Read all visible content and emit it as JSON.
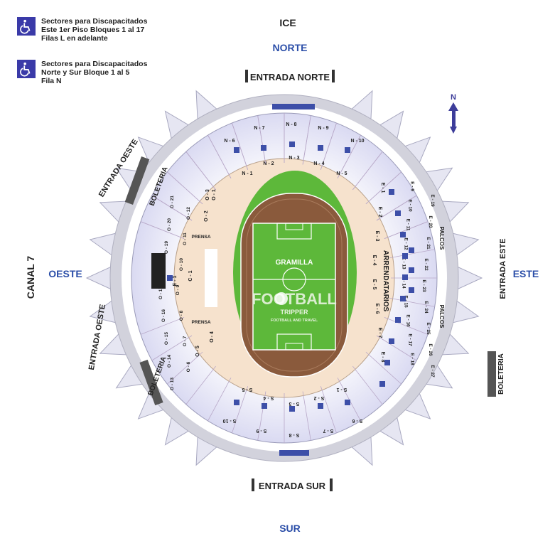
{
  "legend": [
    {
      "icon": "wheelchair-icon",
      "text": "Sectores para Discapacitados\nEste 1er Piso Bloques 1 al 17\nFilas L en adelante"
    },
    {
      "icon": "wheelchair-icon",
      "text": "Sectores para Discapacitados\nNorte y Sur Bloque 1 al 5\nFila N"
    }
  ],
  "compass": {
    "ice": "ICE",
    "norte": "NORTE",
    "sur": "SUR",
    "este": "ESTE",
    "oeste": "OESTE",
    "canal": "CANAL 7",
    "north_arrow": "N"
  },
  "entrances": {
    "norte": "ENTRADA NORTE",
    "sur": "ENTRADA SUR",
    "este": "ENTRADA ESTE",
    "oeste_top": "ENTRADA OESTE",
    "oeste_bottom": "ENTRADA OESTE"
  },
  "boleteria": {
    "west_top": "BOLETERIA",
    "west_bottom": "BOLETERIA",
    "east": "BOLETERIA"
  },
  "field": {
    "name": "GRAMILLA",
    "watermark_line1": "FOOTBALL",
    "watermark_line2": "TRIPPER",
    "watermark_line3": "FOOTBALL AND TRAVEL"
  },
  "labels": {
    "arrendatarios": "ARRENDATARIOS",
    "palcos_top": "PALCOS",
    "palcos_bottom": "PALCOS",
    "prensa_top": "PRENSA",
    "prensa_bottom": "PRENSA"
  },
  "sectors": {
    "north_lower": [
      "N - 1",
      "N - 2",
      "N - 3",
      "N - 4",
      "N - 5"
    ],
    "north_upper": [
      "N - 6",
      "N - 7",
      "N - 8",
      "N - 9",
      "N - 10"
    ],
    "south_lower": [
      "S - 1",
      "S - 2",
      "S - 3",
      "S - 4",
      "S - 5"
    ],
    "south_upper": [
      "S - 6",
      "S - 7",
      "S - 8",
      "S - 9",
      "S - 10"
    ],
    "east_inner": [
      "E - 1",
      "E - 2",
      "E - 3",
      "E - 4",
      "E - 5",
      "E - 6",
      "E - 7",
      "E - 8"
    ],
    "east_middle": [
      "E - 9",
      "E - 10",
      "E - 11",
      "E - 12",
      "E - 13",
      "E - 14",
      "E - 15",
      "E - 16",
      "E - 17",
      "E - 18"
    ],
    "east_outer": [
      "E - 19",
      "E - 20",
      "E - 21",
      "E - 22",
      "E - 23",
      "E - 24",
      "E - 25",
      "E - 26",
      "E - 27"
    ],
    "west_inner": [
      "O - 1",
      "O - 2",
      "O - 3",
      "O - 4",
      "O - 5"
    ],
    "west_middle": [
      "O - 6",
      "O - 7",
      "O - 8",
      "O - 9",
      "O - 10",
      "O - 11",
      "O - 12"
    ],
    "west_outer": [
      "O - 13",
      "O - 14",
      "O - 15",
      "O - 16",
      "O - 17",
      "O - 18",
      "O - 19",
      "O - 20",
      "O - 21"
    ],
    "west_side": [
      "E - 1",
      "C - 1"
    ]
  },
  "colors": {
    "outer_ring": "#c9c9d6",
    "upper_tier": "#e4e4f4",
    "lower_tier": "#f4ddc6",
    "pitch": "#5db83a",
    "track": "#8a5a3c",
    "blue_bar": "#3d4fa8",
    "text_blue": "#2b4ea8"
  }
}
